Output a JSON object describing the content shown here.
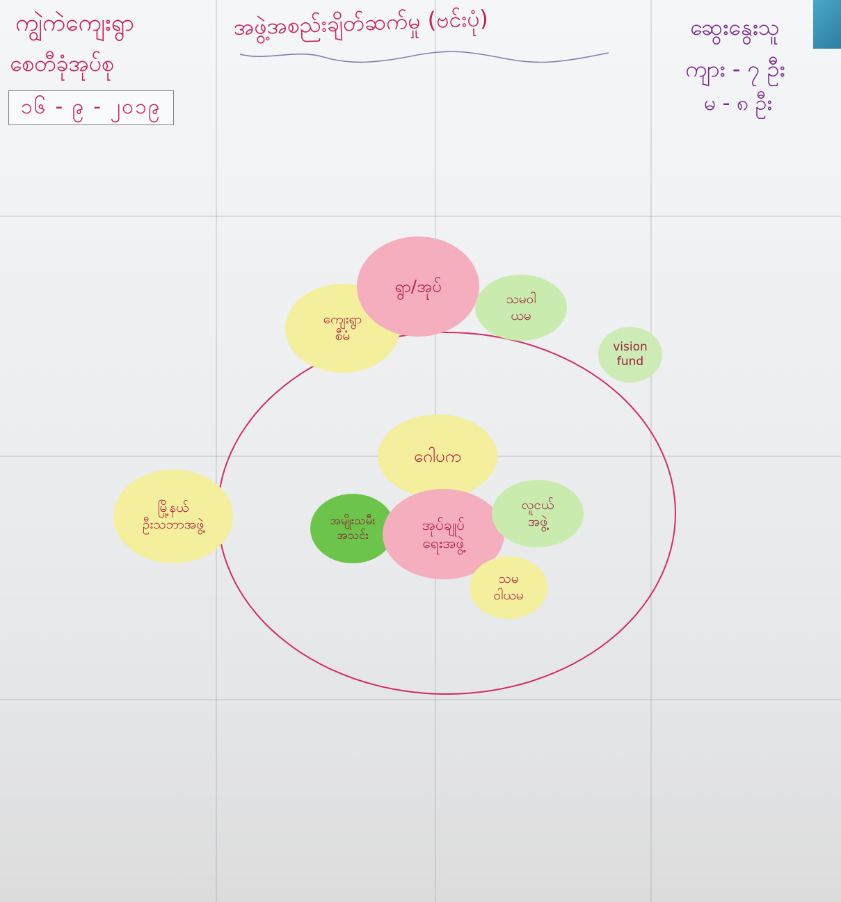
{
  "header": {
    "left_line1": "ကျွဲကဲကျေးရွာ",
    "left_line2": "စေတီခုံအုပ်စု",
    "date": "၁၆ - ၉ - ၂၀၁၉",
    "center_title": "အဖွဲ့အစည်းချိတ်ဆက်မှု (ဗင်းပုံ)",
    "right_title": "ဆွေးနွေးသူ",
    "right_male": "ကျား - ၇ ဦး",
    "right_female": "မ - ၈ ဦး"
  },
  "circles": {
    "top_pink": "ရွာ/အုပ်",
    "top_yellow": "ကျေးရွာ\nစီမံ",
    "top_green": "သမဝါ\nယမ",
    "vision_fund": "vision\nfund",
    "center_yellow": "ဂေါပက",
    "left_outer_yellow": "မြို့နယ်\nဦးသဘာအဖွဲ့",
    "center_green": "အမျိုးသမီး\nအသင်း",
    "center_pink": "အုပ်ချုပ်\nရေးအဖွဲ့",
    "right_lightgreen": "လူငယ်\nအဖွဲ့",
    "bottom_yellow": "သမ\nဝါယမ"
  },
  "colors": {
    "ink_red": "#c8215a",
    "ink_purple": "#7a2a8c",
    "outer_circle": "#d42b5f",
    "sticky_yellow": "#f3ef9d",
    "sticky_pink": "#f4aebd",
    "sticky_light_green": "#c9ecae",
    "sticky_green": "#6cc44a"
  }
}
